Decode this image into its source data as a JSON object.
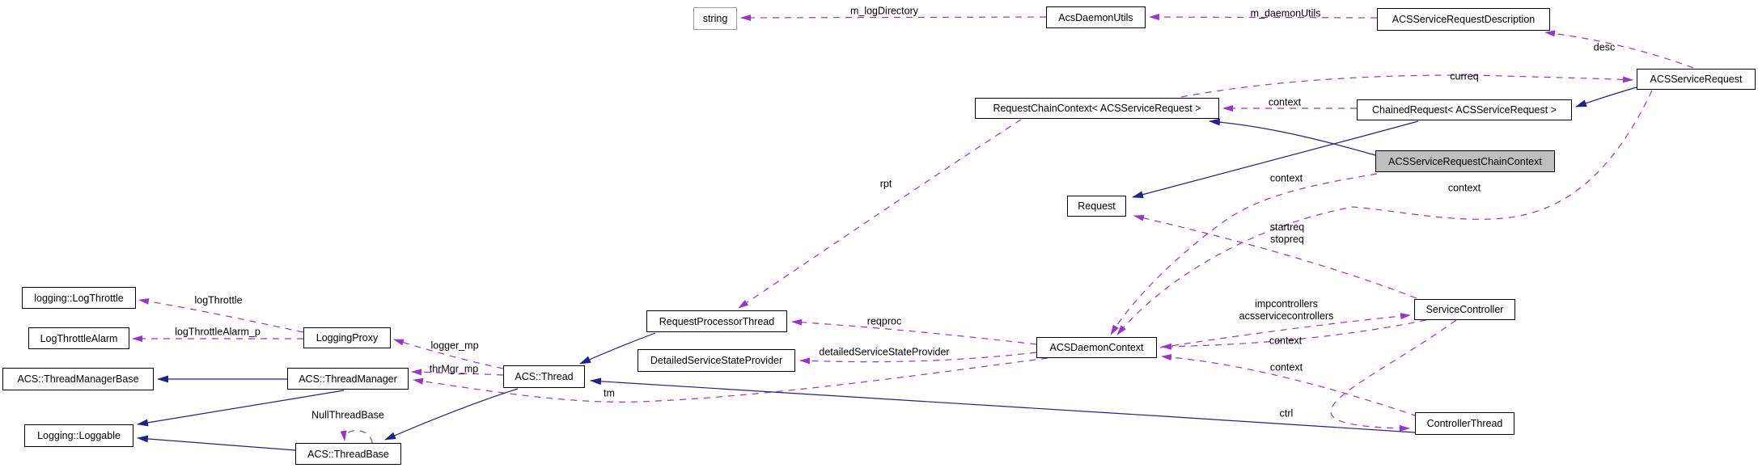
{
  "diagram": {
    "type": "doxygen-collaboration-graph",
    "focus_node": "ACSServiceRequestChainContext",
    "colors": {
      "usage_edge": "#9a32cd",
      "inheritance_edge": "#20208f",
      "node_fill": "#ffffff",
      "node_border": "#000000",
      "external_node_border": "#9a9a9a",
      "focus_node_fill": "#bfbfbf",
      "background": "#ffffff"
    },
    "nodes": [
      {
        "id": "string",
        "label": "string"
      },
      {
        "id": "AcsDaemonUtils",
        "label": "AcsDaemonUtils"
      },
      {
        "id": "ACSServiceRequestDescription",
        "label": "ACSServiceRequestDescription"
      },
      {
        "id": "ACSServiceRequest",
        "label": "ACSServiceRequest"
      },
      {
        "id": "RequestChainContext",
        "label": "RequestChainContext< ACSServiceRequest >"
      },
      {
        "id": "ChainedRequest",
        "label": "ChainedRequest< ACSServiceRequest >"
      },
      {
        "id": "ACSServiceRequestChainContext",
        "label": "ACSServiceRequestChainContext"
      },
      {
        "id": "Request",
        "label": "Request"
      },
      {
        "id": "RequestProcessorThread",
        "label": "RequestProcessorThread"
      },
      {
        "id": "DetailedServiceStateProvider",
        "label": "DetailedServiceStateProvider"
      },
      {
        "id": "ACSDaemonContext",
        "label": "ACSDaemonContext"
      },
      {
        "id": "ServiceController",
        "label": "ServiceController"
      },
      {
        "id": "ControllerThread",
        "label": "ControllerThread"
      },
      {
        "id": "logging::LogThrottle",
        "label": "logging::LogThrottle"
      },
      {
        "id": "LogThrottleAlarm",
        "label": "LogThrottleAlarm"
      },
      {
        "id": "LoggingProxy",
        "label": "LoggingProxy"
      },
      {
        "id": "ACS::ThreadManagerBase",
        "label": "ACS::ThreadManagerBase"
      },
      {
        "id": "ACS::ThreadManager",
        "label": "ACS::ThreadManager"
      },
      {
        "id": "ACS::Thread",
        "label": "ACS::Thread"
      },
      {
        "id": "Logging::Loggable",
        "label": "Logging::Loggable"
      },
      {
        "id": "ACS::ThreadBase",
        "label": "ACS::ThreadBase"
      }
    ],
    "edges": [
      {
        "from": "AcsDaemonUtils",
        "to": "string",
        "label": "m_logDirectory",
        "type": "usage"
      },
      {
        "from": "ACSServiceRequestDescription",
        "to": "AcsDaemonUtils",
        "label": "m_daemonUtils",
        "type": "usage"
      },
      {
        "from": "ACSServiceRequest",
        "to": "ACSServiceRequestDescription",
        "label": "desc",
        "type": "usage"
      },
      {
        "from": "RequestChainContext",
        "to": "ACSServiceRequest",
        "label": "curreq",
        "type": "usage"
      },
      {
        "from": "ChainedRequest",
        "to": "RequestChainContext",
        "label": "context",
        "type": "usage"
      },
      {
        "from": "RequestChainContext",
        "to": "RequestProcessorThread",
        "label": "rpt",
        "type": "usage"
      },
      {
        "from": "ACSServiceRequestChainContext",
        "to": "ACSDaemonContext",
        "label": "context",
        "type": "usage"
      },
      {
        "from": "ACSServiceRequest",
        "to": "ACSDaemonContext",
        "label": "context",
        "type": "usage"
      },
      {
        "from": "ServiceController",
        "to": "Request",
        "label": "startreq\nstopreq",
        "type": "usage"
      },
      {
        "from": "ACSDaemonContext",
        "to": "ServiceController",
        "label": "impcontrollers\nacsservicecontrollers",
        "type": "usage"
      },
      {
        "from": "ServiceController",
        "to": "ACSDaemonContext",
        "label": "context",
        "type": "usage"
      },
      {
        "from": "ControllerThread",
        "to": "ACSDaemonContext",
        "label": "context",
        "type": "usage"
      },
      {
        "from": "ServiceController",
        "to": "ControllerThread",
        "label": "ctrl",
        "type": "usage"
      },
      {
        "from": "ACSDaemonContext",
        "to": "ACS::ThreadManager",
        "label": "tm",
        "type": "usage"
      },
      {
        "from": "ACSDaemonContext",
        "to": "RequestProcessorThread",
        "label": "reqproc",
        "type": "usage"
      },
      {
        "from": "ACSDaemonContext",
        "to": "DetailedServiceStateProvider",
        "label": "detailedServiceStateProvider",
        "type": "usage"
      },
      {
        "from": "ACS::Thread",
        "to": "LoggingProxy",
        "label": "logger_mp",
        "type": "usage"
      },
      {
        "from": "ACS::Thread",
        "to": "ACS::ThreadManager",
        "label": "thrMgr_mp",
        "type": "usage"
      },
      {
        "from": "LoggingProxy",
        "to": "logging::LogThrottle",
        "label": "logThrottle",
        "type": "usage"
      },
      {
        "from": "LoggingProxy",
        "to": "LogThrottleAlarm",
        "label": "logThrottleAlarm_p",
        "type": "usage"
      },
      {
        "from": "ACS::ThreadBase",
        "to": "ACS::ThreadBase",
        "label": "NullThreadBase",
        "type": "usage"
      },
      {
        "from": "ACSServiceRequest",
        "to": "ChainedRequest",
        "label": "",
        "type": "inheritance"
      },
      {
        "from": "ChainedRequest",
        "to": "Request",
        "label": "",
        "type": "inheritance"
      },
      {
        "from": "ACSServiceRequestChainContext",
        "to": "RequestChainContext",
        "label": "",
        "type": "inheritance"
      },
      {
        "from": "ACS::ThreadManager",
        "to": "ACS::ThreadManagerBase",
        "label": "",
        "type": "inheritance"
      },
      {
        "from": "ACS::ThreadManager",
        "to": "Logging::Loggable",
        "label": "",
        "type": "inheritance"
      },
      {
        "from": "ACS::ThreadBase",
        "to": "Logging::Loggable",
        "label": "",
        "type": "inheritance"
      },
      {
        "from": "ACS::Thread",
        "to": "ACS::ThreadBase",
        "label": "",
        "type": "inheritance"
      },
      {
        "from": "RequestProcessorThread",
        "to": "ACS::Thread",
        "label": "",
        "type": "inheritance"
      },
      {
        "from": "ControllerThread",
        "to": "ACS::Thread",
        "label": "",
        "type": "inheritance"
      }
    ]
  }
}
